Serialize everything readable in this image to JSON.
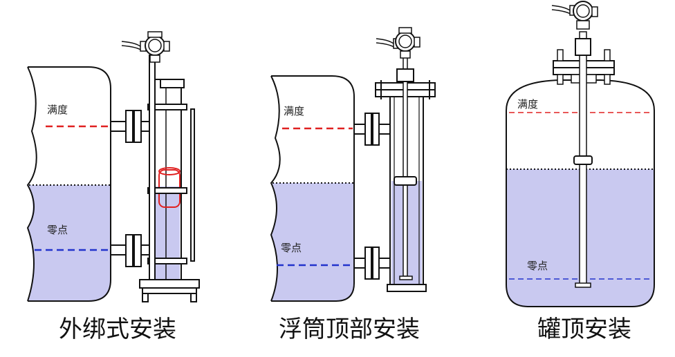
{
  "labels": {
    "full": "满度",
    "zero": "零点"
  },
  "captions": {
    "side_mount": "外绑式安装",
    "float_top_mount": "浮筒顶部安装",
    "tank_top_mount": "罐顶安装"
  },
  "colors": {
    "liquid": "#c9c9f0",
    "full_line": "#e02020",
    "zero_line": "#2233cc",
    "outline": "#111111",
    "float": "#e02020"
  }
}
